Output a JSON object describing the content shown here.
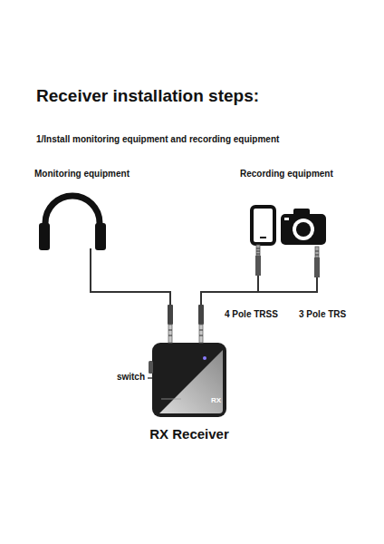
{
  "diagram": {
    "title": "Receiver installation steps:",
    "nodes": [
      {
        "text": [
          "Monitoring equipment"
        ]
      },
      {
        "text": [
          "Recording equipment"
        ]
      },
      {
        "text": [
          "RX",
          "RX Receiver"
        ]
      }
    ],
    "edges": [
      {
        "from": 0,
        "to": 2,
        "arrow": "none"
      },
      {
        "from": 1,
        "to": 2,
        "arrow": "none"
      }
    ],
    "labels": [
      "1/Install monitoring equipment and recording equipment",
      "4 Pole TRSS",
      "3 Pole TRS",
      "switch"
    ]
  }
}
